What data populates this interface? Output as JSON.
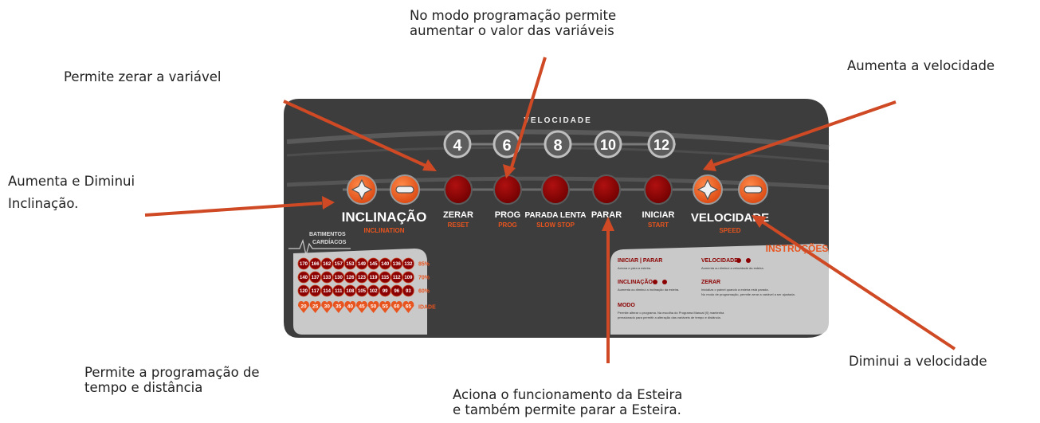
{
  "callouts": {
    "prog_line1": "No modo programação permite",
    "prog_line2": "aumentar o valor das variáveis",
    "reset": "Permite zerar a variável",
    "speed_up": "Aumenta a velocidade",
    "incline_line1": "Aumenta e Diminui",
    "incline_line2": "Inclinação.",
    "mode_line1": "Permite a programação de",
    "mode_line2": "tempo e distância",
    "stop_line1": "Aciona o funcionamento da Esteira",
    "stop_line2": "e também permite parar a Esteira.",
    "speed_down": "Diminui a velocidade"
  },
  "panel": {
    "speed_header": "VELOCIDADE",
    "speed_presets": [
      "4",
      "6",
      "8",
      "10",
      "12"
    ],
    "incline_label": "INCLINAÇÃO",
    "incline_sub": "INCLINATION",
    "zerar_label": "ZERAR",
    "zerar_sub": "RESET",
    "prog_label": "PROG",
    "prog_sub": "PROG",
    "slow_label": "PARADA LENTA",
    "slow_sub": "SLOW STOP",
    "stop_label": "PARAR",
    "start_label": "INICIAR",
    "start_sub": "START",
    "speed_label": "VELOCIDADE",
    "speed_sub": "SPEED",
    "heart_title_1": "BATIMENTOS",
    "heart_title_2": "CARDÍACOS",
    "instructions_title": "INSTRUÇÕES",
    "heart_table": {
      "rows": [
        {
          "values": [
            "170",
            "166",
            "162",
            "157",
            "153",
            "149",
            "145",
            "140",
            "136",
            "132"
          ],
          "pct": "85%"
        },
        {
          "values": [
            "140",
            "137",
            "133",
            "130",
            "126",
            "123",
            "119",
            "115",
            "112",
            "109"
          ],
          "pct": "70%"
        },
        {
          "values": [
            "120",
            "117",
            "114",
            "111",
            "108",
            "105",
            "102",
            "99",
            "96",
            "93"
          ],
          "pct": "60%"
        }
      ],
      "ages": [
        "20",
        "25",
        "30",
        "35",
        "40",
        "45",
        "50",
        "55",
        "60",
        "65"
      ],
      "age_label": "IDADE"
    },
    "instructions": {
      "iniciar_title": "INICIAR | PARAR",
      "iniciar_text": "Aciona e pára a esteira.",
      "velocidade_title": "VELOCIDADE",
      "velocidade_text": "Aumenta ou diminui a velocidade da esteira.",
      "inclinacao_title": "INCLINAÇÃO",
      "inclinacao_text": "Aumenta ou diminui a inclinação da esteira.",
      "zerar_title": "ZERAR",
      "zerar_text_1": "Inicializa o painel quando a esteira está parada.",
      "zerar_text_2": "No modo de programação, permite zerar a variável a ser ajustada.",
      "modo_title": "MODO",
      "modo_text_1": "Permite alterar o programa. Na escolha do Programa Manual (0) mantenha",
      "modo_text_2": "pressionado para permitir a alteração das variáveis de tempo e distância."
    }
  },
  "colors": {
    "panel": "#3d3d3d",
    "accent": "#e8541e",
    "red_button": "#8b0000",
    "arrow": "#cf4a24"
  }
}
